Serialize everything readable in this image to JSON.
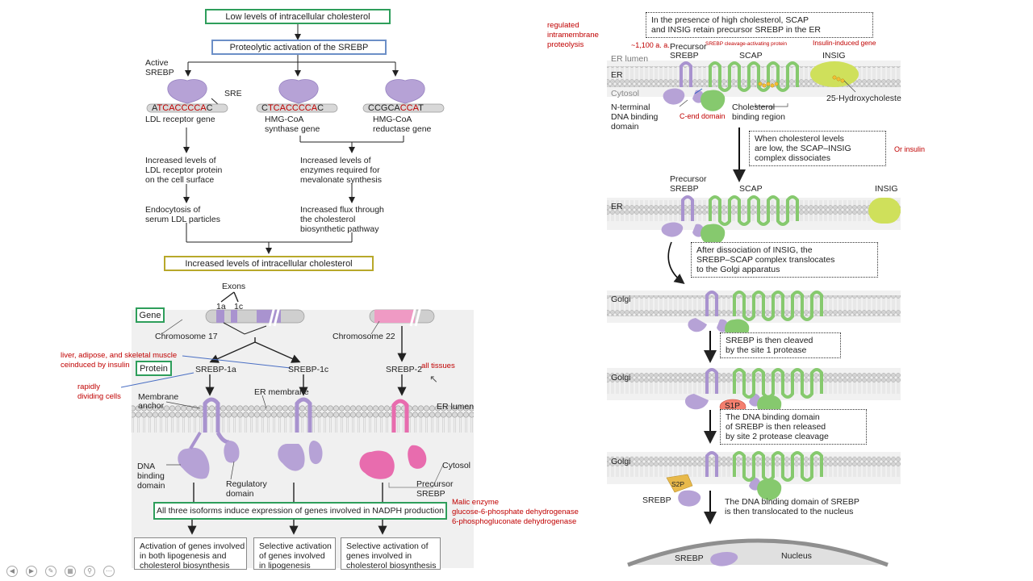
{
  "left": {
    "top_box": "Low levels of intracellular cholesterol",
    "proteolytic_box": "Proteolytic activation of the SREBP",
    "active_srebp": [
      "Active",
      "SREBP"
    ],
    "sre": "SRE",
    "genes": [
      {
        "seq_prefix": "A",
        "seq_red": "TCACCCCA",
        "seq_suffix": "C",
        "label": [
          "LDL receptor gene"
        ]
      },
      {
        "seq_prefix": "C",
        "seq_red": "TCACCCCA",
        "seq_suffix": "C",
        "label": [
          "HMG-CoA",
          "synthase gene"
        ]
      },
      {
        "seq_prefix": "CCGCA",
        "seq_red": "CCA",
        "seq_suffix": "T",
        "label": [
          "HMG-CoA",
          "reductase gene"
        ]
      }
    ],
    "effects_left": [
      [
        "Increased levels of",
        "LDL receptor protein",
        "on the cell surface"
      ],
      [
        "Endocytosis of",
        "serum LDL particles"
      ]
    ],
    "effects_right": [
      [
        "Increased levels of",
        "enzymes required for",
        "mevalonate synthesis"
      ],
      [
        "Increased flux through",
        "the cholesterol",
        "biosynthetic pathway"
      ]
    ],
    "bottom_box": "Increased levels of intracellular cholesterol"
  },
  "isoforms": {
    "exons": "Exons",
    "exon_1a": "1a",
    "exon_1c": "1c",
    "gene_label": "Gene",
    "protein_label": "Protein",
    "chromosome17": "Chromosome 17",
    "chromosome22": "Chromosome 22",
    "srebp1a": "SREBP-1a",
    "srebp1c": "SREBP-1c",
    "srebp2": "SREBP-2",
    "membrane_anchor": [
      "Membrane",
      "anchor"
    ],
    "er_membrane": "ER membrane",
    "er_lumen": "ER lumen",
    "cytosol": "Cytosol",
    "dna_binding": [
      "DNA",
      "binding",
      "domain"
    ],
    "regulatory": [
      "Regulatory",
      "domain"
    ],
    "precursor": [
      "Precursor",
      "SREBP"
    ],
    "nadph_box": "All three isoforms induce expression of genes involved in NADPH production",
    "outcomes": [
      [
        "Activation of genes involved",
        "in both lipogenesis and",
        "cholesterol biosynthesis"
      ],
      [
        "Selective activation",
        "of genes involved",
        "in lipogenesis"
      ],
      [
        "Selective activation of",
        "genes involved in",
        "cholesterol biosynthesis"
      ]
    ],
    "notes": {
      "tissues": [
        "liver, adipose, and skeletal muscle",
        "ceinduced by insulin"
      ],
      "rapid": [
        "rapidly",
        "dividing cells"
      ],
      "all_tissues": "all tissues",
      "enzymes": [
        "Malic enzyme",
        "glucose-6-phosphate dehydrogenase",
        "6-phosphogluconate dehydrogenase"
      ]
    }
  },
  "right": {
    "notes": {
      "rip": [
        "regulated",
        "intramembrane",
        "proteolysis"
      ],
      "aa": "~1,100 a. a.",
      "scap_full": "SREBP cleavage-activating protein",
      "insig_full": "Insulin-induced gene",
      "c_end": "C-end domain",
      "or_insulin": "Or insulin"
    },
    "step1": [
      "In the presence of high cholesterol, SCAP",
      "and INSIG retain precursor SREBP in the ER"
    ],
    "precursor_srebp": [
      "Precursor",
      "SREBP"
    ],
    "scap": "SCAP",
    "insig": "INSIG",
    "er_lumen": "ER lumen",
    "er": "ER",
    "cytosol": "Cytosol",
    "hydroxy": "25-Hydroxycholeste",
    "n_terminal": [
      "N-terminal",
      "DNA binding",
      "domain"
    ],
    "chol_region": [
      "Cholesterol",
      "binding region"
    ],
    "step2": [
      "When cholesterol levels",
      "are low, the SCAP–INSIG",
      "complex dissociates"
    ],
    "insig_trunc": "INSIG",
    "step3": [
      "After dissociation of INSIG, the",
      "SREBP–SCAP complex translocates",
      "to the Golgi apparatus"
    ],
    "golgi": "Golgi",
    "step4": [
      "SREBP is then cleaved",
      "by the site 1 protease"
    ],
    "s1p": "S1P",
    "step5": [
      "The DNA binding domain",
      "of SREBP is then released",
      "by site 2 protease cleavage"
    ],
    "s2p": "S2P",
    "srebp": "SREBP",
    "step6": [
      "The DNA binding domain of SREBP",
      "is then translocated to the nucleus"
    ],
    "nucleus": "Nucleus"
  },
  "colors": {
    "green_box": "#2e9e5b",
    "blue_box": "#6c8fc7",
    "olive_box": "#b8a82a",
    "purple": "#b6a2d6",
    "green": "#86c96e",
    "pink": "#e86cae",
    "red_text": "#c00000"
  }
}
